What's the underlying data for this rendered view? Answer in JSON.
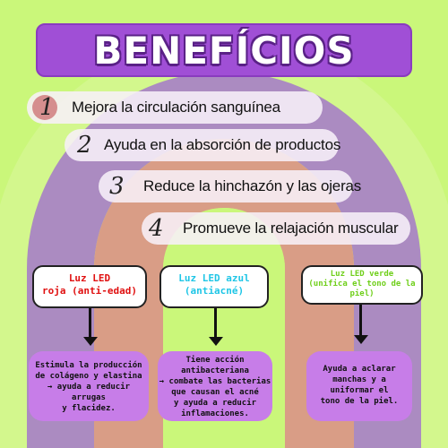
{
  "title": "BENEFÍCIOS",
  "colors": {
    "background": "#caf77a",
    "arch_outer": "#ab8bc1",
    "arch_inner": "#d99d86",
    "title_bg": "#a04fd6",
    "desc_bg": "#c77de8",
    "red_label": "#e01010",
    "blue_label": "#1fc6e6",
    "green_label": "#6fcf1a"
  },
  "benefits": [
    {
      "number": "1",
      "text": "Mejora la circulación sanguínea"
    },
    {
      "number": "2",
      "text": "Ayuda en la absorción de productos"
    },
    {
      "number": "3",
      "text": "Reduce la hinchazón y las ojeras"
    },
    {
      "number": "4",
      "text": "Promueve la relajación muscular"
    }
  ],
  "lights": [
    {
      "label_line1": "Luz LED",
      "label_line2": "roja (anti-edad)",
      "description_lines": [
        "Estimula la producción",
        "de colágeno y elastina",
        "→ ayuda a reducir",
        "arrugas",
        "y flacidez."
      ]
    },
    {
      "label_line1": "Luz LED azul",
      "label_line2": "(antiacné)",
      "description_lines": [
        "Tiene acción",
        "antibacteriana",
        "→ combate las bacterias",
        "que causan el acné",
        "y ayuda a reducir",
        "inflamaciones."
      ]
    },
    {
      "label_line1": "Luz LED verde",
      "label_line2": "(unifica el tono de la",
      "label_line3": "piel)",
      "description_lines": [
        "Ayuda a aclarar",
        "manchas y a",
        "uniformar el",
        "tono de la piel."
      ]
    }
  ]
}
